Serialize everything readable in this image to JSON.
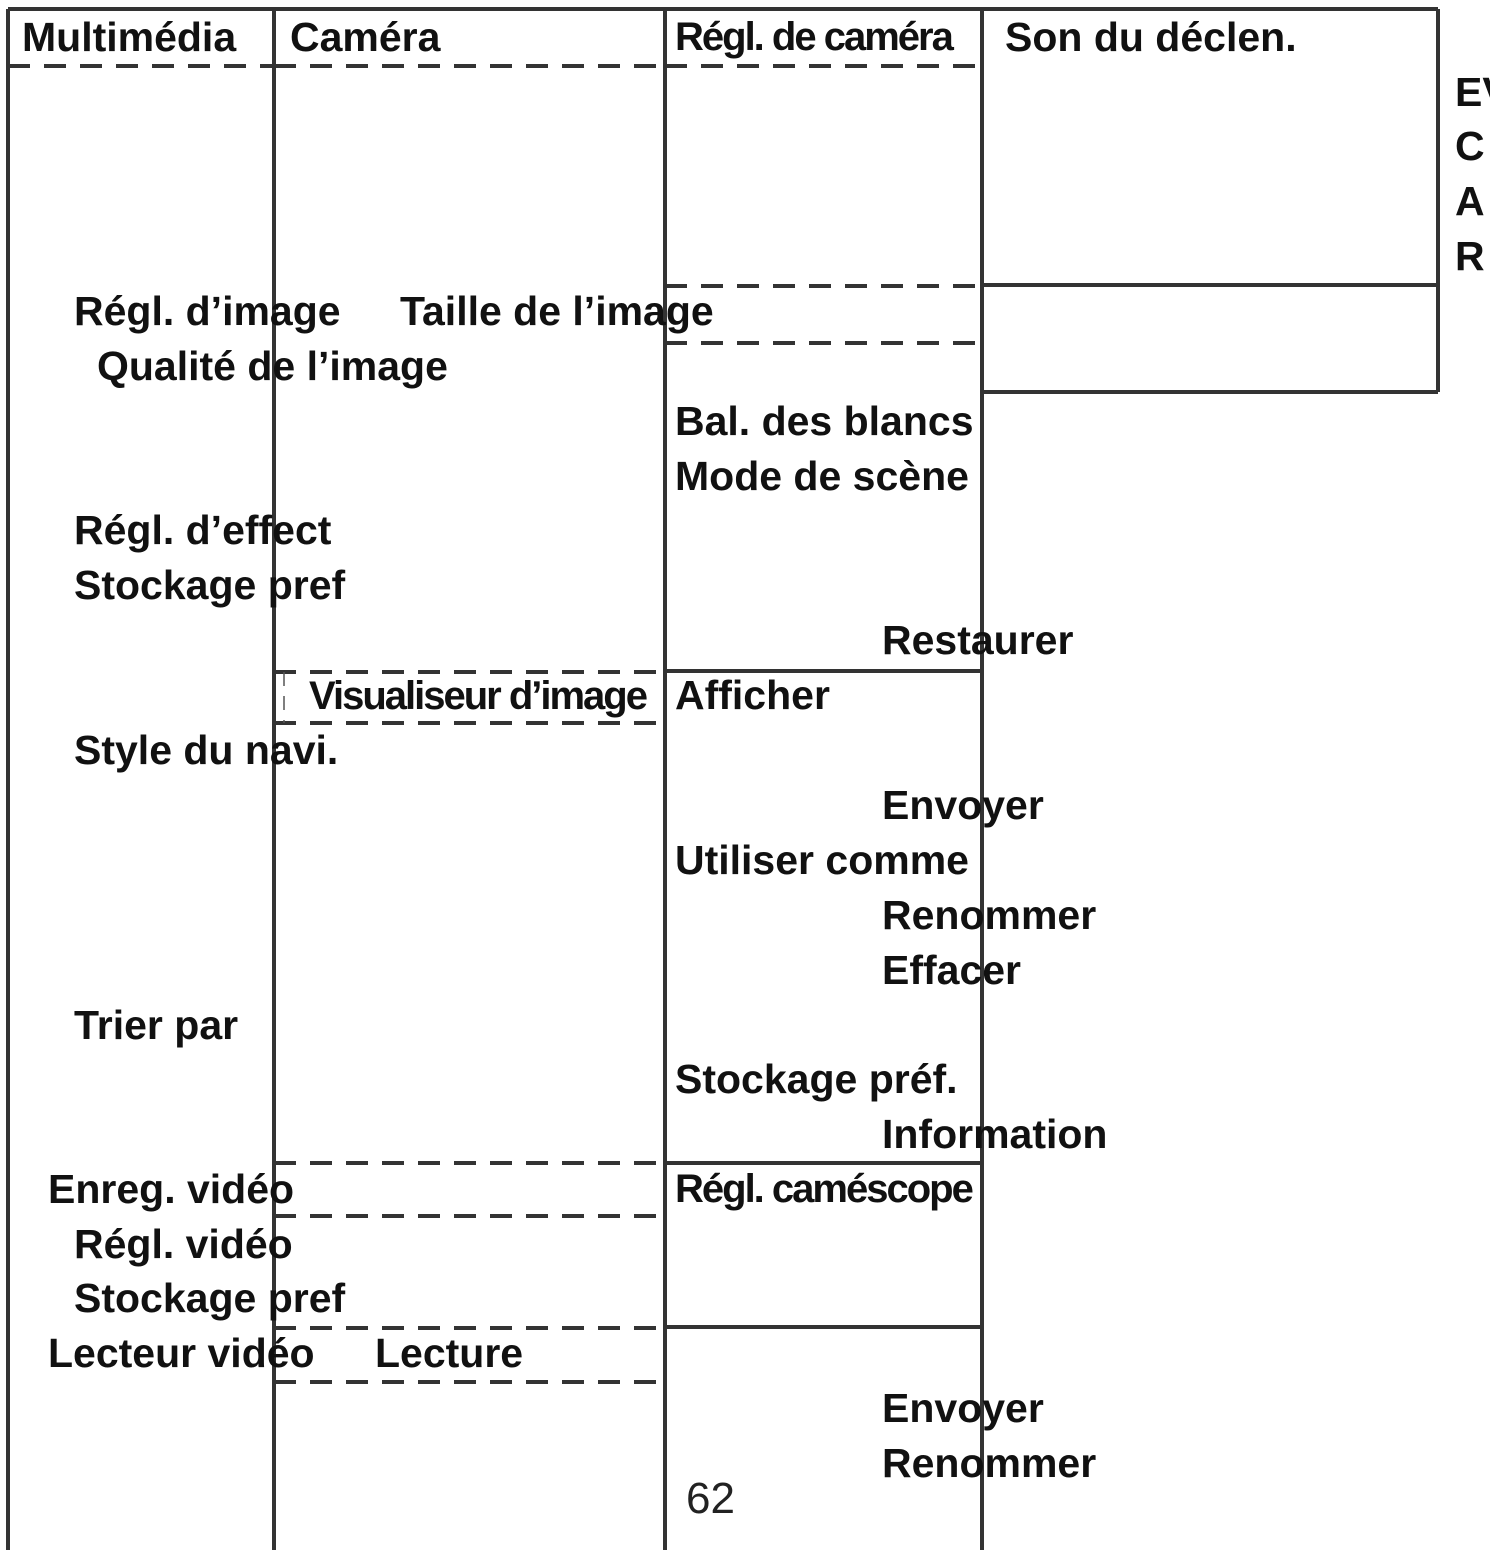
{
  "menu": {
    "header": {
      "col1": "Multimédia",
      "col2": "Caméra",
      "col3": "Régl. de caméra",
      "col4": "Son du déclen."
    },
    "right_cut": [
      "EV",
      "C",
      "A",
      "R"
    ],
    "level2": {
      "regl_image": "Régl. d’image",
      "qualite_image": "Qualité de l’image",
      "regl_effect": "Régl. d’effect",
      "stockage_pref_1": "Stockage pref",
      "style_navi": "Style du navi.",
      "trier_par": "Trier par",
      "enreg_video": "Enreg. vidéo",
      "regl_video": "Régl. vidéo",
      "stockage_pref_2": "Stockage pref",
      "lecteur_video": "Lecteur vidéo"
    },
    "level3": {
      "taille_image": "Taille de l’image",
      "visualiseur_image": "Visualiseur d’image",
      "lecture": "Lecture"
    },
    "level4": {
      "bal_blancs": "Bal. des blancs",
      "mode_scene": "Mode de scène",
      "afficher": "Afficher",
      "utiliser_comme": "Utiliser comme",
      "stockage_pref_accent": "Stockage préf.",
      "regl_camescope": "Régl. caméscope"
    },
    "level5": {
      "restaurer": "Restaurer",
      "envoyer_1": "Envoyer",
      "renommer_1": "Renommer",
      "effacer": "Effacer",
      "information": "Information",
      "envoyer_2": "Envoyer",
      "renommer_2": "Renommer"
    }
  },
  "page_number": "62",
  "colors": {
    "ink": "#111111",
    "line": "#333333"
  }
}
